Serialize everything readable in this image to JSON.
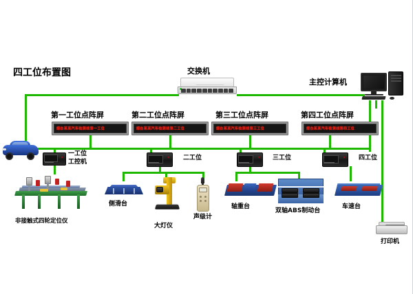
{
  "diagram": {
    "title": "四工位布置图",
    "accent_color": "#1eb800",
    "led_text_color": "#e01b12"
  },
  "network": {
    "switch_label": "交换机",
    "main_computer_label": "主控计算机",
    "printer_label": "打印机"
  },
  "dot_matrix_screens": [
    {
      "header": "第一工位点阵屏",
      "led_text": "烟台某某汽车检测线第一工位"
    },
    {
      "header": "第二工位点阵屏",
      "led_text": "烟台某某汽车检测线第二工位"
    },
    {
      "header": "第三工位点阵屏",
      "led_text": "烟台某某汽车检测线第三工位"
    },
    {
      "header": "第四工位点阵屏",
      "led_text": "烟台某某汽车检测线第四工位"
    }
  ],
  "stations": [
    {
      "name": "一工位",
      "sub": "工控机"
    },
    {
      "name": "二工位",
      "sub": ""
    },
    {
      "name": "三工位",
      "sub": ""
    },
    {
      "name": "四工位",
      "sub": ""
    }
  ],
  "equipment": [
    {
      "label": "非接触式四轮定位仪"
    },
    {
      "label": "侧滑台"
    },
    {
      "label": "大灯仪"
    },
    {
      "label": "声级计"
    },
    {
      "label": "轴重台"
    },
    {
      "label": "双轴ABS制动台"
    },
    {
      "label": "车速台"
    }
  ]
}
